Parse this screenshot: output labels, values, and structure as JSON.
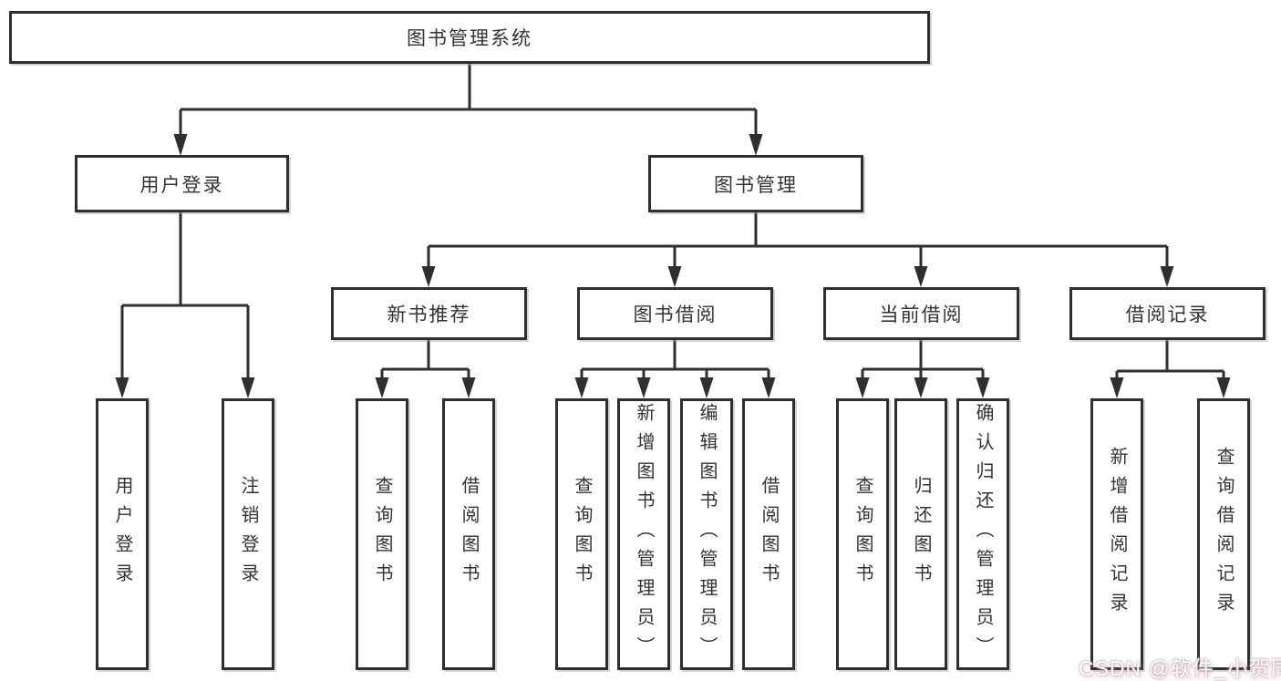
{
  "diagram": {
    "root": "图书管理系统",
    "level2": [
      "用户登录",
      "图书管理"
    ],
    "level3": [
      "新书推荐",
      "图书借阅",
      "当前借阅",
      "借阅记录"
    ],
    "leaves": [
      "用户登录",
      "注销登录",
      "查询图书",
      "借阅图书",
      "查询图书",
      "新增图书（管理员）",
      "编辑图书（管理员）",
      "借阅图书",
      "查询图书",
      "归还图书",
      "确认归还（管理员）",
      "新增借阅记录",
      "查询借阅记录"
    ]
  },
  "watermark": "CSDN @软件_小贺同学",
  "colors": {
    "line": "#2f2f2f",
    "text": "#333333",
    "background": "#ffffff",
    "watermark_text": "#fefefe",
    "watermark_glow": "#eb7896"
  }
}
